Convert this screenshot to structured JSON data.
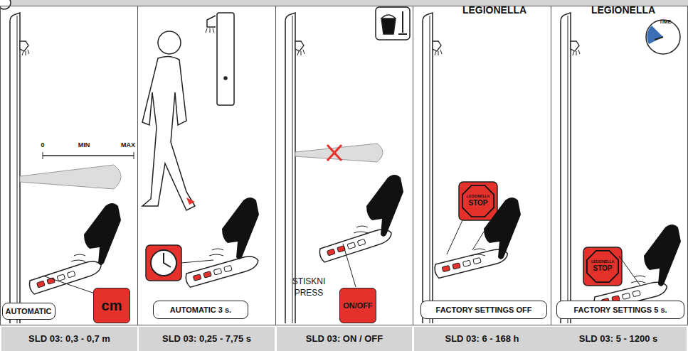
{
  "diagram": {
    "nodes": [
      {
        "text": [
          "cm"
        ]
      },
      {
        "text": [
          "AUTOMATIC"
        ]
      },
      {
        "text": [
          "AUTOMATIC 3 s."
        ]
      },
      {
        "text": [
          "ON/OFF"
        ]
      },
      {
        "text": [
          "LEGIONELLA",
          "STOP"
        ]
      },
      {
        "text": [
          "FACTORY SETTINGS OFF"
        ]
      },
      {
        "text": [
          "LEGIONELLA",
          "STOP"
        ]
      },
      {
        "text": [
          "FACTORY SETTINGS 5 s."
        ]
      },
      {
        "text": [
          "SLD 03: 0,3 - 0,7 m"
        ]
      },
      {
        "text": [
          "SLD 03: 0,25 - 7,75 s"
        ]
      },
      {
        "text": [
          "SLD 03: ON / OFF"
        ]
      },
      {
        "text": [
          "SLD 03: 6 - 168 h"
        ]
      },
      {
        "text": [
          "SLD 03: 5 - 1200 s"
        ]
      }
    ],
    "labels": [
      "0",
      "MIN",
      "MAX",
      "STISKNI",
      "PRESS",
      "LEGIONELLA",
      "LEGIONELLA",
      "TIME"
    ]
  }
}
